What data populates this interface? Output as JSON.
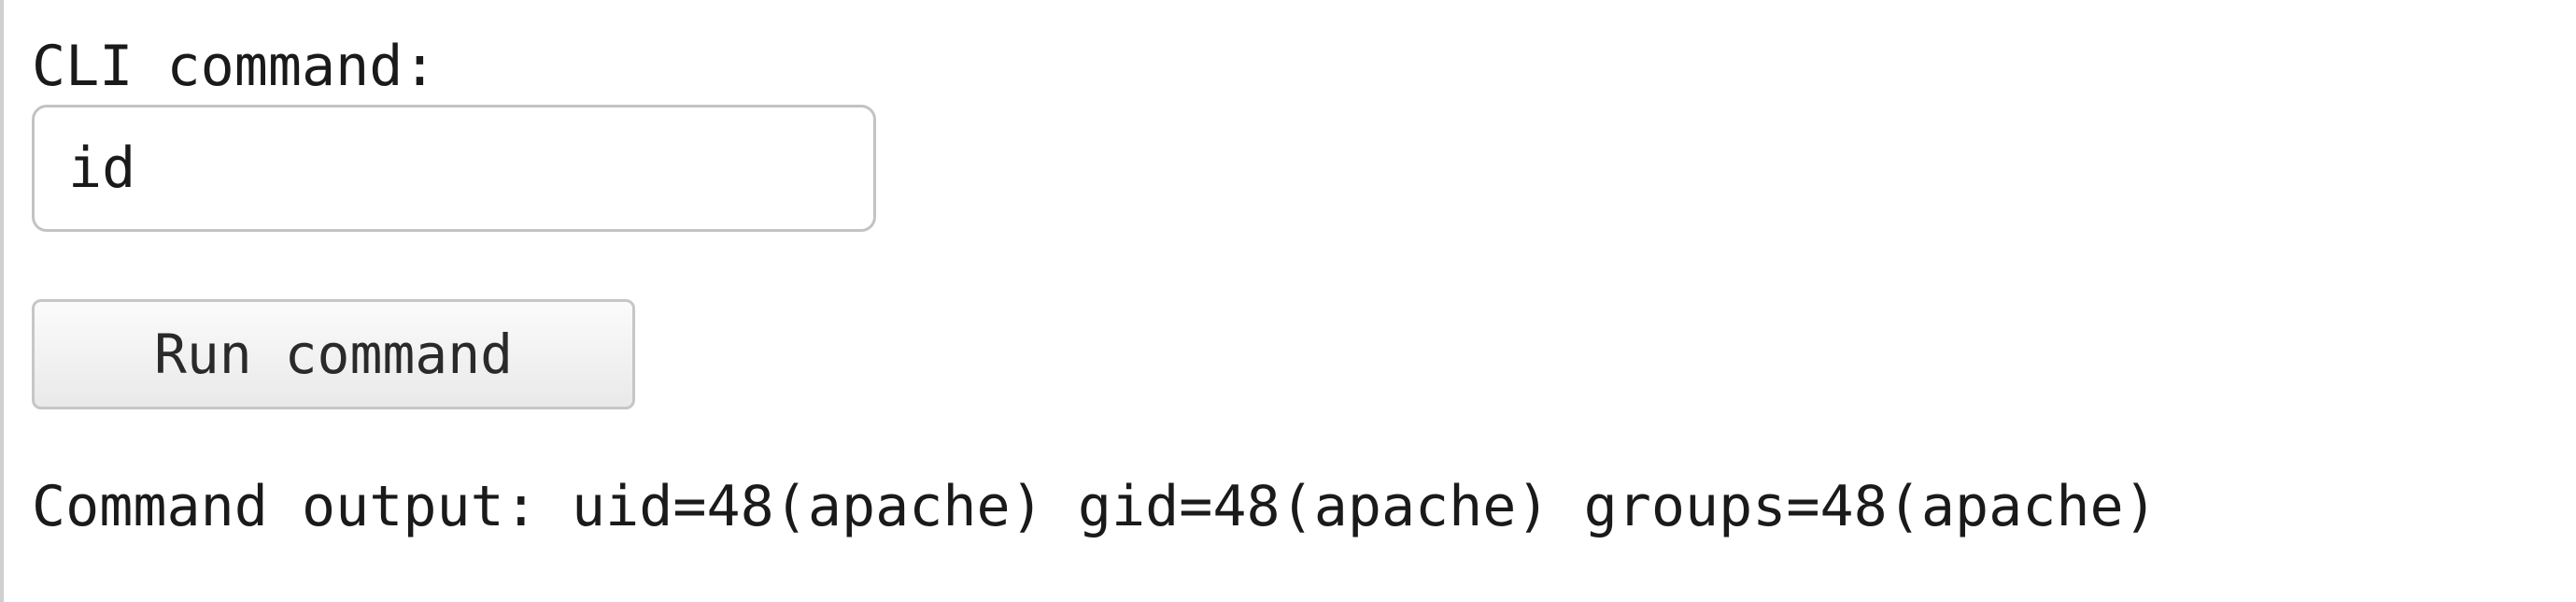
{
  "form": {
    "label": "CLI command:",
    "input_value": "id",
    "button_label": "Run command"
  },
  "output": {
    "label": "Command output:",
    "value": "uid=48(apache) gid=48(apache) groups=48(apache)"
  }
}
